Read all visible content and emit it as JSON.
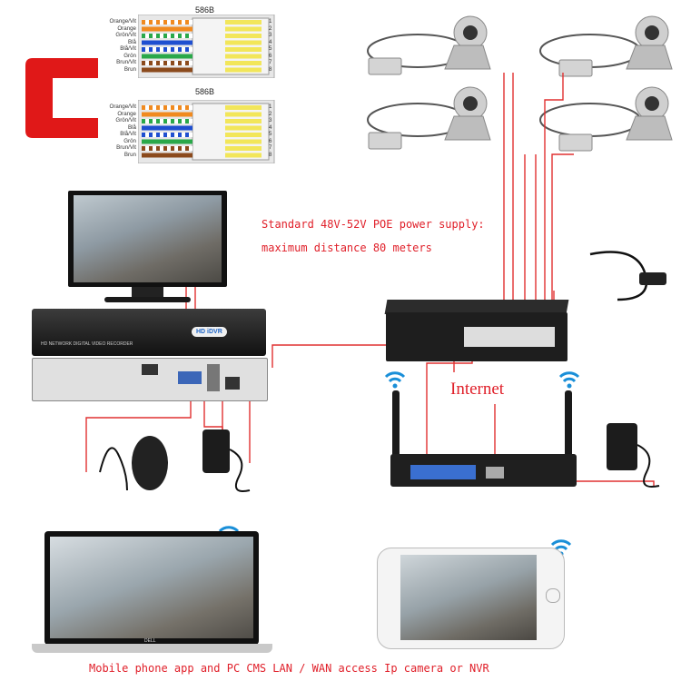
{
  "wiring": {
    "top": {
      "title": "586B",
      "wires": [
        "Orange/Vit",
        "Orange",
        "Grön/Vit",
        "Blå",
        "Blå/Vit",
        "Grön",
        "Brun/Vit",
        "Brun"
      ],
      "pins": [
        "1",
        "2",
        "3",
        "4",
        "5",
        "6",
        "7",
        "8"
      ]
    },
    "bottom": {
      "title": "586B",
      "wires": [
        "Orange/Vit",
        "Orange",
        "Grön/Vit",
        "Blå",
        "Blå/Vit",
        "Grön",
        "Brun/Vit",
        "Brun"
      ],
      "pins": [
        "1",
        "2",
        "3",
        "4",
        "5",
        "6",
        "7",
        "8"
      ]
    }
  },
  "poe_text": {
    "line1": "Standard 48V-52V POE power supply:",
    "line2": "maximum distance 80 meters"
  },
  "internet_label": "Internet",
  "nvr": {
    "front_label": "HD NETWORK DIGITAL VIDEO RECORDER",
    "badge": "HD iDVR"
  },
  "laptop_brand": "DELL",
  "bottom_caption": "Mobile phone app and PC CMS LAN / WAN access Ip camera or NVR",
  "colors": {
    "accent_red": "#e0202a",
    "wire_red": "#e03030",
    "bracket_red": "#e01818",
    "wifi_blue": "#1a8fd8"
  }
}
